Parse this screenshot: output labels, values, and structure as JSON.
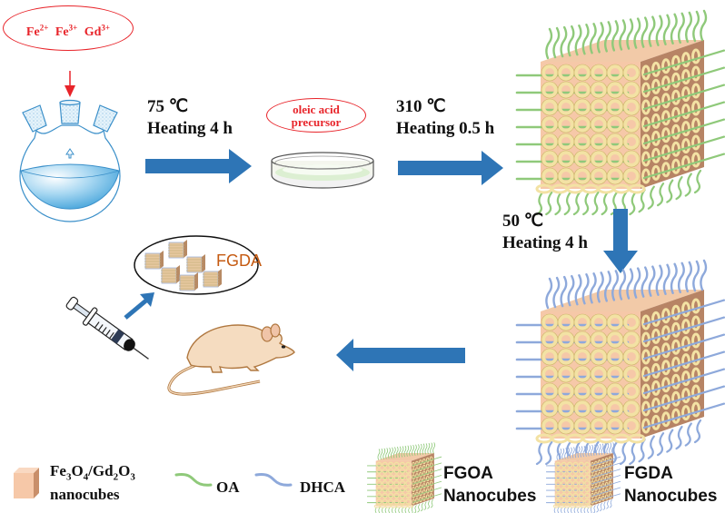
{
  "colors": {
    "arrow_blue": "#2e75b6",
    "label_red": "#e8242a",
    "oa_green": "#8fc97a",
    "dhca_blue": "#8ea9db",
    "cube_face": "#f6c8a8",
    "cube_side": "#b78465",
    "fgda_orange": "#c55a11",
    "mouse_fill": "#f5dcc0",
    "mouse_outline": "#b07840"
  },
  "reactants": {
    "ions": [
      {
        "base": "Fe",
        "charge": "2+"
      },
      {
        "base": "Fe",
        "charge": "3+"
      },
      {
        "base": "Gd",
        "charge": "3+"
      }
    ]
  },
  "steps": [
    {
      "temperature": "75 ℃",
      "duration": "Heating 4 h"
    },
    {
      "temperature": "310 ℃",
      "duration": "Heating 0.5 h"
    },
    {
      "temperature": "50 ℃",
      "duration": "Heating 4 h"
    }
  ],
  "intermediate": {
    "line1": "oleic acid",
    "line2": "precursor"
  },
  "in_vivo": {
    "label": "FGDA"
  },
  "legend": {
    "nanocube": {
      "formula_parts": [
        "Fe",
        "3",
        "O",
        "4",
        "/Gd",
        "2",
        "O",
        "3"
      ],
      "line2": "nanocubes"
    },
    "oa": "OA",
    "dhca": "DHCA",
    "fgoa": {
      "line1": "FGOA",
      "line2": "Nanocubes"
    },
    "fgda": {
      "line1": "FGDA",
      "line2": "Nanocubes"
    }
  }
}
